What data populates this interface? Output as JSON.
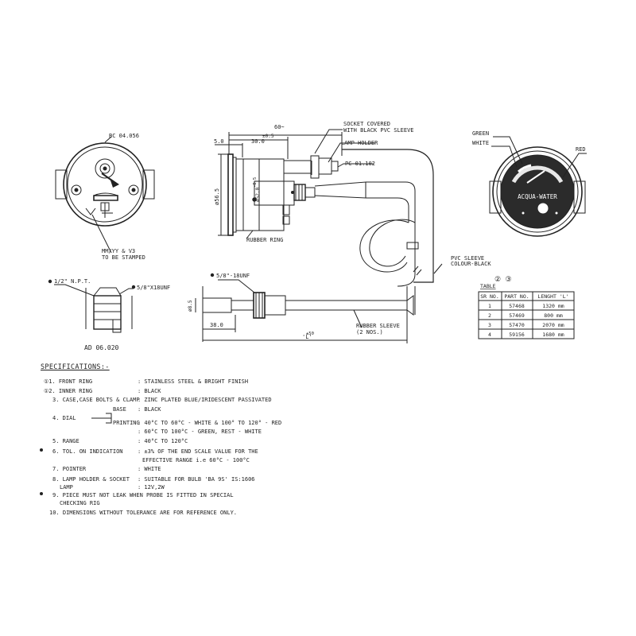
{
  "labels": {
    "bc_code": "BC 04.056",
    "stamp_1": "MM/YY & V3",
    "stamp_2": "TO BE STAMPED",
    "dim_60": "60~",
    "dim_05": "±0.5",
    "dim_30": "30.0",
    "dim_5": "5.0",
    "socket_1": "SOCKET COVERED",
    "socket_2": "WITH BLACK PVC SLEEVE",
    "lamp_holder": "LAMP HOLDER",
    "pc_code": "PC 01.102",
    "dim_565": "ø56.5",
    "dim_52": "ø52.0",
    "dim_tol": "-0.5",
    "rubber_ring": "RUBBER RING",
    "green": "GREEN",
    "white": "WHITE",
    "red": "RED",
    "dial_text": "ACQUA-WATER",
    "pvc_1": "PVC SLEEVE",
    "pvc_2": "COLOUR-BLACK",
    "npt": "1/2\" N.P.T.",
    "unf_left": "5/8\"X18UNF",
    "ad_code": "AD 06.020",
    "unf_mid": "5/8\"-18UNF",
    "dim_85": "ø8.5",
    "dim_38": "38.0",
    "dim_L": "'L'",
    "dim_50": "±50",
    "rubber_sleeve": "RUBBER SLEEVE",
    "two_nos": "(2 NOS.)"
  },
  "table": {
    "refs": "② ③",
    "caption": "TABLE",
    "headers": [
      "SR NO.",
      "PART NO.",
      "LENGHT 'L'"
    ],
    "rows": [
      [
        "1",
        "57468",
        "1320 mm"
      ],
      [
        "2",
        "57469",
        "800 mm"
      ],
      [
        "3",
        "57470",
        "2070 mm"
      ],
      [
        "4",
        "59156",
        "1680 mm"
      ]
    ]
  },
  "specs": {
    "heading": "SPECIFICATIONS:-",
    "items": [
      {
        "label": "①1. FRONT RING",
        "value": ": STAINLESS STEEL & BRIGHT FINISH"
      },
      {
        "label": "①2. INNER RING",
        "value": ": BLACK"
      },
      {
        "label": "3. CASE,CASE BOLTS & CLAMP",
        "value": ": ZINC PLATED  BLUE/IRIDESCENT PASSIVATED"
      },
      {
        "label": "4. DIAL",
        "value": ""
      },
      {
        "label": "BASE",
        "value": ": BLACK"
      },
      {
        "label": "PRINTING",
        "value": ": 40°C TO 60°C - WHITE & 100° TO 120° - RED"
      },
      {
        "label": "",
        "value": ": 60°C TO 100°C - GREEN, REST - WHITE"
      },
      {
        "label": "5. RANGE",
        "value": ": 40°C TO 120°C"
      },
      {
        "label": "6. TOL. ON INDICATION",
        "value": ": ±3% OF THE END SCALE VALUE FOR THE"
      },
      {
        "label": "",
        "value": "EFFECTIVE RANGE i.e 60°C - 100°C"
      },
      {
        "label": "7. POINTER",
        "value": ": WHITE"
      },
      {
        "label": "8. LAMP HOLDER & SOCKET",
        "value": ": SUITABLE FOR BULB 'BA 9S' IS:1606"
      },
      {
        "label": "LAMP",
        "value": ": 12V,2W"
      },
      {
        "label": "9. PIECE MUST NOT LEAK WHEN PROBE IS FITTED IN SPECIAL",
        "value": ""
      },
      {
        "label": "CHECKING RIG",
        "value": ""
      },
      {
        "label": "10. DIMENSIONS WITHOUT TOLERANCE ARE FOR REFERENCE ONLY.",
        "value": ""
      }
    ]
  }
}
